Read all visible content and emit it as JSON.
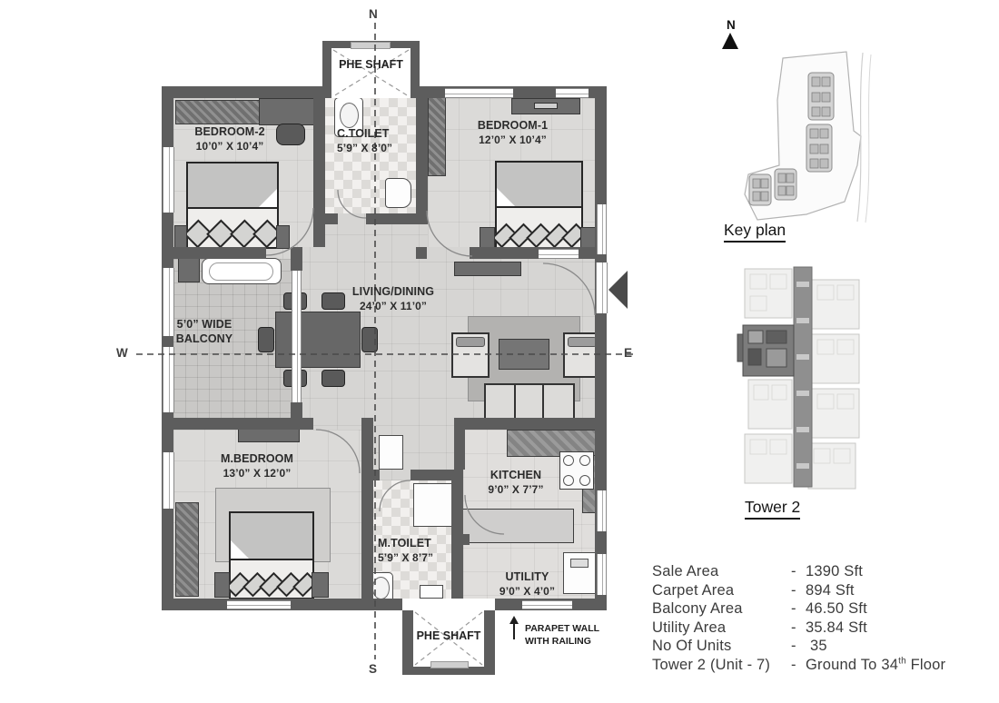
{
  "floorplan": {
    "compass": {
      "north": "N",
      "south": "S",
      "east": "E",
      "west": "W"
    },
    "shafts": {
      "top": "PHE SHAFT",
      "bottom": "PHE SHAFT"
    },
    "rooms": {
      "bedroom2": {
        "name": "BEDROOM-2",
        "dims": "10’0” X 10’4”"
      },
      "ctoilet": {
        "name": "C.TOILET",
        "dims": "5’9” X 8’0”"
      },
      "bedroom1": {
        "name": "BEDROOM-1",
        "dims": "12’0” X 10’4”"
      },
      "living": {
        "name": "LIVING/DINING",
        "dims": "24’0” X 11’0”"
      },
      "balcony": {
        "name": "5’0” WIDE",
        "dims": "BALCONY"
      },
      "mbedroom": {
        "name": "M.BEDROOM",
        "dims": "13’0” X 12’0”"
      },
      "mtoilet": {
        "name": "M.TOILET",
        "dims": "5’9” X 8’7”"
      },
      "kitchen": {
        "name": "KITCHEN",
        "dims": "9’0” X 7’7”"
      },
      "utility": {
        "name": "UTILITY",
        "dims": "9’0” X 4’0”"
      }
    },
    "notes": {
      "parapet_line1": "PARAPET WALL",
      "parapet_line2": "WITH RAILING"
    }
  },
  "sidebar": {
    "north_marker": "N",
    "key_plan_label": "Key plan",
    "tower_label": "Tower 2",
    "areas": {
      "dash": "-",
      "rows": [
        {
          "label": "Sale Area",
          "value": "1390 Sft"
        },
        {
          "label": "Carpet Area",
          "value": "894 Sft"
        },
        {
          "label": "Balcony Area",
          "value": "46.50 Sft"
        },
        {
          "label": "Utility Area",
          "value": "35.84 Sft"
        },
        {
          "label": "No Of Units",
          "value": "35"
        },
        {
          "label": "Tower 2 (Unit - 7)",
          "value_prefix": "Ground To 34",
          "value_sup": "th",
          "value_suffix": " Floor"
        }
      ]
    }
  },
  "colors": {
    "wall": "#5d5d5d",
    "floor": "#d6d5d3",
    "text_dark": "#2b2b2b",
    "highlight_unit": "#6f6f6f"
  }
}
